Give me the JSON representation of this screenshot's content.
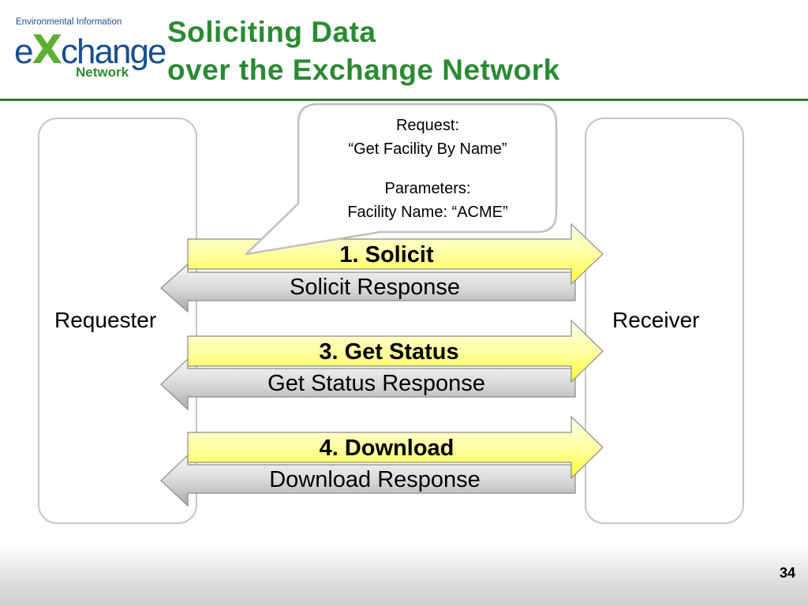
{
  "logo": {
    "top_text": "Environmental Information",
    "word_pre": "e",
    "word_x": "X",
    "word_post": "change",
    "bottom_text": "Network"
  },
  "title": {
    "line1": "Soliciting Data",
    "line2": "over the Exchange Network"
  },
  "participants": {
    "left": "Requester",
    "right": "Receiver"
  },
  "callout": {
    "line1": "Request:",
    "line2": "“Get Facility By Name”",
    "line3": "Parameters:",
    "line4": "Facility Name: “ACME”"
  },
  "messages": [
    {
      "request": "1. Solicit",
      "response": "Solicit Response"
    },
    {
      "request": "3. Get Status",
      "response": "Get Status Response"
    },
    {
      "request": "4. Download",
      "response": "Download Response"
    }
  ],
  "colors": {
    "title": "#2a8a33",
    "request_arrow_light": "#fbfbe0",
    "request_arrow_dark": "#ffff33",
    "response_arrow_light": "#f2f2f2",
    "response_arrow_dark": "#a9a9a9"
  },
  "page_number": "34"
}
